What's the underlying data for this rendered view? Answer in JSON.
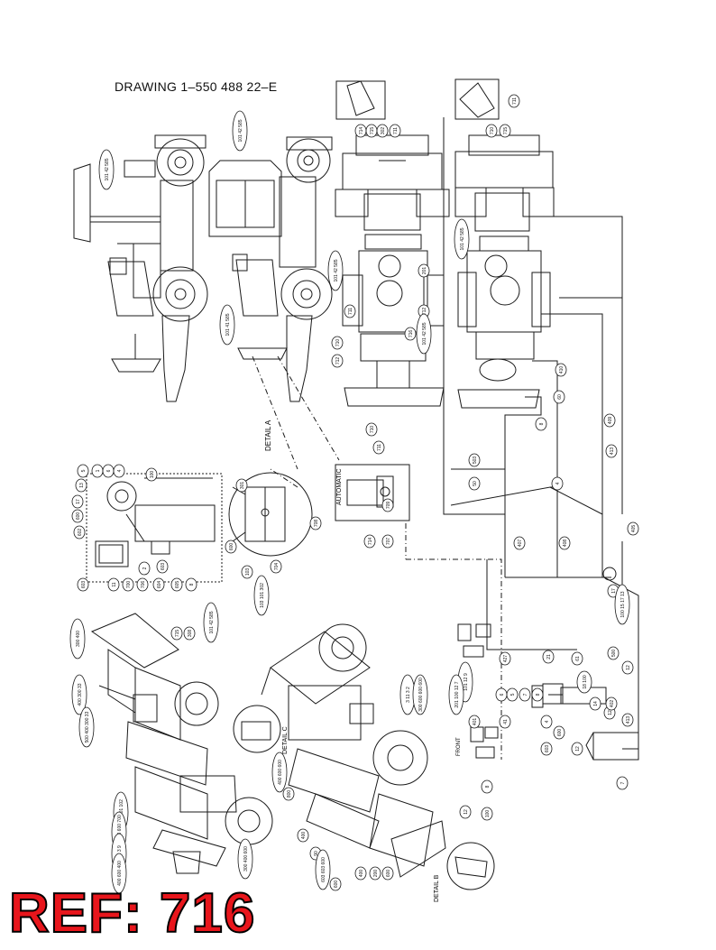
{
  "drawing": {
    "title": "DRAWING  1–550 488 22–E",
    "ref_label": "REF: 716"
  },
  "labels": {
    "detail_a": "DETAIL A",
    "detail_b": "DETAIL B",
    "detail_c": "DETAIL C",
    "automatic": "AUTOMATIC",
    "front": "FRONT"
  },
  "callouts": {
    "top_side_views": [
      "101 42 585",
      "101 41 585",
      "101 42 585",
      "101 42 585"
    ],
    "top_views": [
      "714",
      "715",
      "302",
      "711",
      "710",
      "712",
      "711",
      "201",
      "712",
      "101 42 585",
      "101 42 585",
      "710",
      "715",
      "711",
      "716"
    ],
    "line_callouts": [
      "410",
      "60",
      "409",
      "413",
      "503",
      "50",
      "4",
      "405",
      "407",
      "408",
      "8",
      "17",
      "12",
      "100 15 17 13",
      "500",
      "12"
    ],
    "detail_a_callouts": [
      "5",
      "1",
      "6",
      "4",
      "13",
      "17",
      "600",
      "602",
      "603",
      "11",
      "700",
      "706",
      "604",
      "605",
      "8",
      "100",
      "603",
      "2"
    ],
    "valve_callouts": [
      "301",
      "600",
      "103",
      "103 101 302",
      "704",
      "708",
      "709",
      "707",
      "710",
      "711",
      "714"
    ],
    "lower_callouts": [
      "300 400",
      "715",
      "308",
      "101 42 585",
      "400 300 33",
      "500 400 300 33",
      "100 101 102",
      "605 603 600 700",
      "3 11 3 9",
      "400 600 400",
      "300 400 600",
      "400 600 600",
      "800",
      "400",
      "90",
      "603 603 600",
      "600",
      "3 11 3 2",
      "300 600 600 600",
      "400",
      "200",
      "600"
    ],
    "cylinder_callouts": [
      "101 12 9",
      "401",
      "427",
      "21",
      "5",
      "7",
      "8",
      "6",
      "4",
      "61",
      "600",
      "603",
      "402",
      "413",
      "7",
      "12",
      "8",
      "12",
      "100",
      "14",
      "41",
      "18 100",
      "201 100 12 7"
    ]
  },
  "colors": {
    "stamp_text": "#e8161c",
    "stamp_outline": "#000000",
    "line": "#1a1a1a"
  }
}
